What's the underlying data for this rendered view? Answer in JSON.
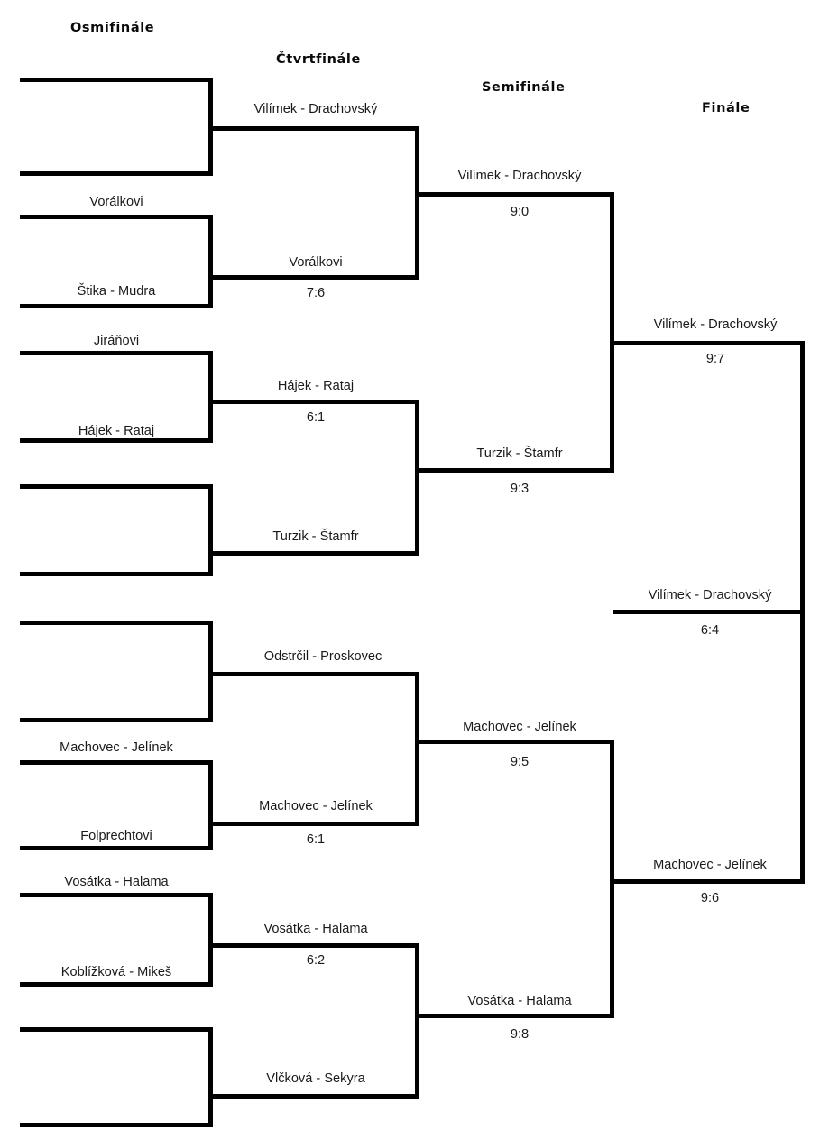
{
  "diagram": {
    "kind": "single-elimination-tournament-bracket",
    "language": "cs"
  },
  "rounds": [
    {
      "id": "r16",
      "title": "Osmifinále"
    },
    {
      "id": "qf",
      "title": "Čtvrtfinále"
    },
    {
      "id": "sf",
      "title": "Semifinále"
    },
    {
      "id": "final",
      "title": "Finále"
    }
  ],
  "round16": {
    "title": "Osmifinále",
    "slots": [
      {
        "label": "",
        "score": ""
      },
      {
        "label": "Vorálkovi",
        "score": ""
      },
      {
        "label": "Štika - Mudra",
        "score": ""
      },
      {
        "label": "Jiráňovi",
        "score": ""
      },
      {
        "label": "Hájek - Rataj",
        "score": ""
      },
      {
        "label": "",
        "score": ""
      },
      {
        "label": "",
        "score": ""
      },
      {
        "label": "",
        "score": ""
      },
      {
        "label": "",
        "score": ""
      },
      {
        "label": "Machovec - Jelínek",
        "score": ""
      },
      {
        "label": "Folprechtovi",
        "score": ""
      },
      {
        "label": "Vosátka - Halama",
        "score": ""
      },
      {
        "label": "Koblížková - Mikeš",
        "score": ""
      },
      {
        "label": "",
        "score": ""
      },
      {
        "label": "",
        "score": ""
      },
      {
        "label": "",
        "score": ""
      }
    ]
  },
  "quarterfinals": {
    "title": "Čtvrtfinále",
    "matches": [
      {
        "winner": "Vilímek - Drachovský",
        "score": ""
      },
      {
        "winner": "Vorálkovi",
        "score": "7:6"
      },
      {
        "winner": "Hájek - Rataj",
        "score": "6:1"
      },
      {
        "winner": "Turzik - Štamfr",
        "score": ""
      },
      {
        "winner": "Odstrčil - Proskovec",
        "score": ""
      },
      {
        "winner": "Machovec - Jelínek",
        "score": "6:1"
      },
      {
        "winner": "Vosátka - Halama",
        "score": "6:2"
      },
      {
        "winner": "Vlčková - Sekyra",
        "score": ""
      }
    ]
  },
  "semifinals": {
    "title": "Semifinále",
    "matches": [
      {
        "winner": "Vilímek - Drachovský",
        "score": "9:0"
      },
      {
        "winner": "Turzik - Štamfr",
        "score": "9:3"
      },
      {
        "winner": "Machovec - Jelínek",
        "score": "9:5"
      },
      {
        "winner": "Vosátka - Halama",
        "score": "9:8"
      }
    ]
  },
  "final": {
    "title": "Finále",
    "matches": [
      {
        "winner": "Vilímek - Drachovský",
        "score": "9:7"
      },
      {
        "winner": "Vilímek - Drachovský",
        "score": "6:4"
      },
      {
        "winner": "Machovec - Jelínek",
        "score": "9:6"
      }
    ]
  },
  "colors": {
    "stroke": "#000000",
    "background": "#ffffff",
    "text": "#1a1a1a"
  }
}
